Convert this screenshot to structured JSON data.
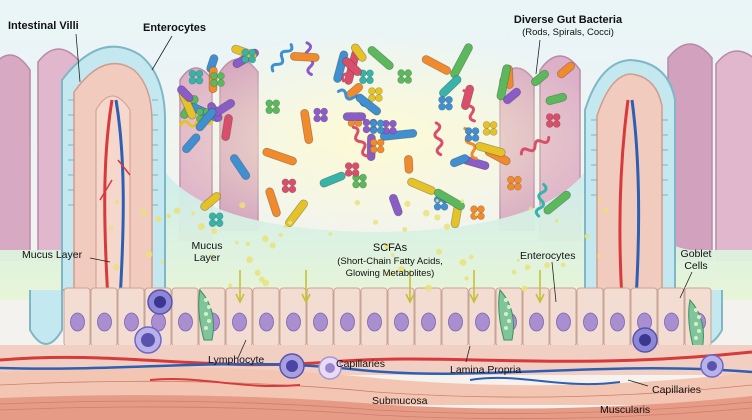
{
  "labels": {
    "intestinal_villi": "Intestinal Villi",
    "enterocytes_top": "Enterocytes",
    "bacteria_title": "Diverse Gut Bacteria",
    "bacteria_sub": "(Rods, Spirals, Cocci)",
    "mucus_layer_left": "Mucus Layer",
    "mucus_layer_center_1": "Mucus",
    "mucus_layer_center_2": "Layer",
    "scfa_title": "SCFAs",
    "scfa_sub_1": "(Short-Chain Fatty Acids,",
    "scfa_sub_2": "Glowing Metabolites)",
    "enterocytes_right": "Enterocytes",
    "goblet_1": "Goblet",
    "goblet_2": "Cells",
    "lymphocyte": "Lymphocyte",
    "capillaries_center": "Capillaries",
    "lamina_propria": "Lamina Propria",
    "submucosa": "Submucosa",
    "capillaries_right": "Capillaries",
    "muscularis": "Muscularis"
  },
  "colors": {
    "background": "#eef6f8",
    "villus_back": "#d6a9c4",
    "lumen": "#e3f2dd",
    "mucus": "#bfe6ee",
    "epithelium_cell": "#f3ddd2",
    "nucleus": "#a98fd0",
    "lamina": "#f2cfc3",
    "submucosa": "#f3c6b4",
    "muscularis": "#e8a792",
    "artery": "#d63a3a",
    "vein": "#2f5fb3",
    "goblet": "#7fc49a",
    "scfa_glow": "#e9e27a",
    "bacteria_palette": [
      "#8a5cc7",
      "#3f8fd1",
      "#5cb85c",
      "#f08a2c",
      "#e6c229",
      "#37b3a9",
      "#d94f6b"
    ]
  }
}
